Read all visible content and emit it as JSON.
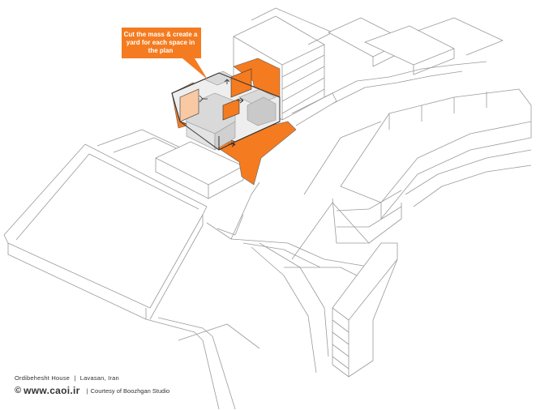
{
  "callout": {
    "text": "Cut the mass & create a yard for each space in the plan"
  },
  "caption": {
    "project": "Ordibehesht House",
    "separator": "|",
    "location": "Lavasan, Iran",
    "copyright_symbol": "©",
    "website": "www.caoi.ir",
    "credit": "Courtesy of Boozhgan Studio"
  },
  "colors": {
    "accent": "#f47b20",
    "accent_light": "#f9c9a4",
    "outline": "#9a9a9a",
    "massing": "#d9d9d9"
  }
}
